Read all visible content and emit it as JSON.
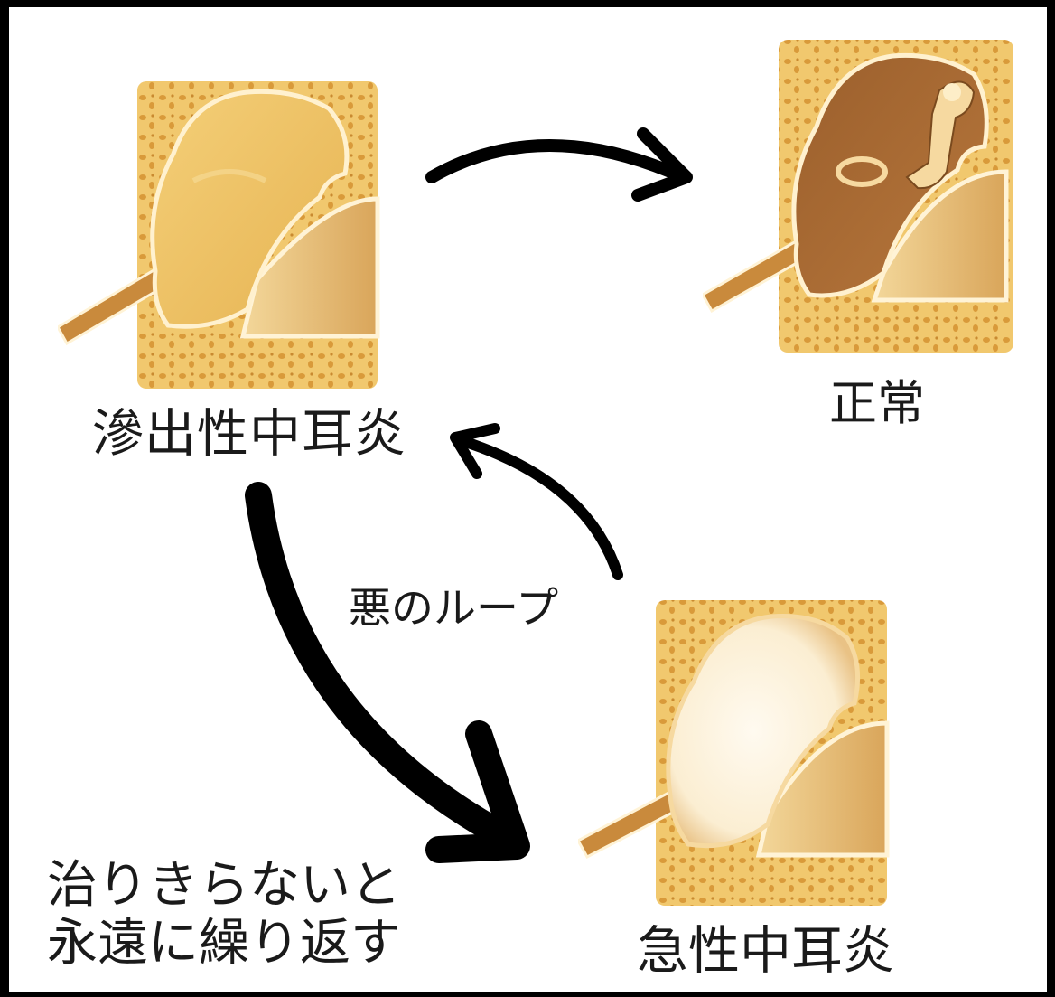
{
  "nodes": {
    "effusion": {
      "label": "滲出性中耳炎",
      "icon": "middle-ear-with-fluid-illustration"
    },
    "normal": {
      "label": "正常",
      "icon": "normal-middle-ear-illustration"
    },
    "acute": {
      "label": "急性中耳炎",
      "icon": "middle-ear-with-pus-illustration"
    }
  },
  "edges": [
    {
      "from": "effusion",
      "to": "normal"
    },
    {
      "from": "effusion",
      "to": "acute",
      "emphasis": "bold"
    },
    {
      "from": "acute",
      "to": "effusion"
    }
  ],
  "loop_label": "悪のループ",
  "note": {
    "line1": "治りきらないと",
    "line2": "永遠に繰り返す"
  },
  "colors": {
    "bone": "#f1c86e",
    "bone_pores": "#d99a3a",
    "fluid": "#eec063",
    "pus": "#fbf0d8",
    "air_cavity": "#a86e38",
    "eardrum": "#f0cf8c",
    "line": "#000000"
  }
}
